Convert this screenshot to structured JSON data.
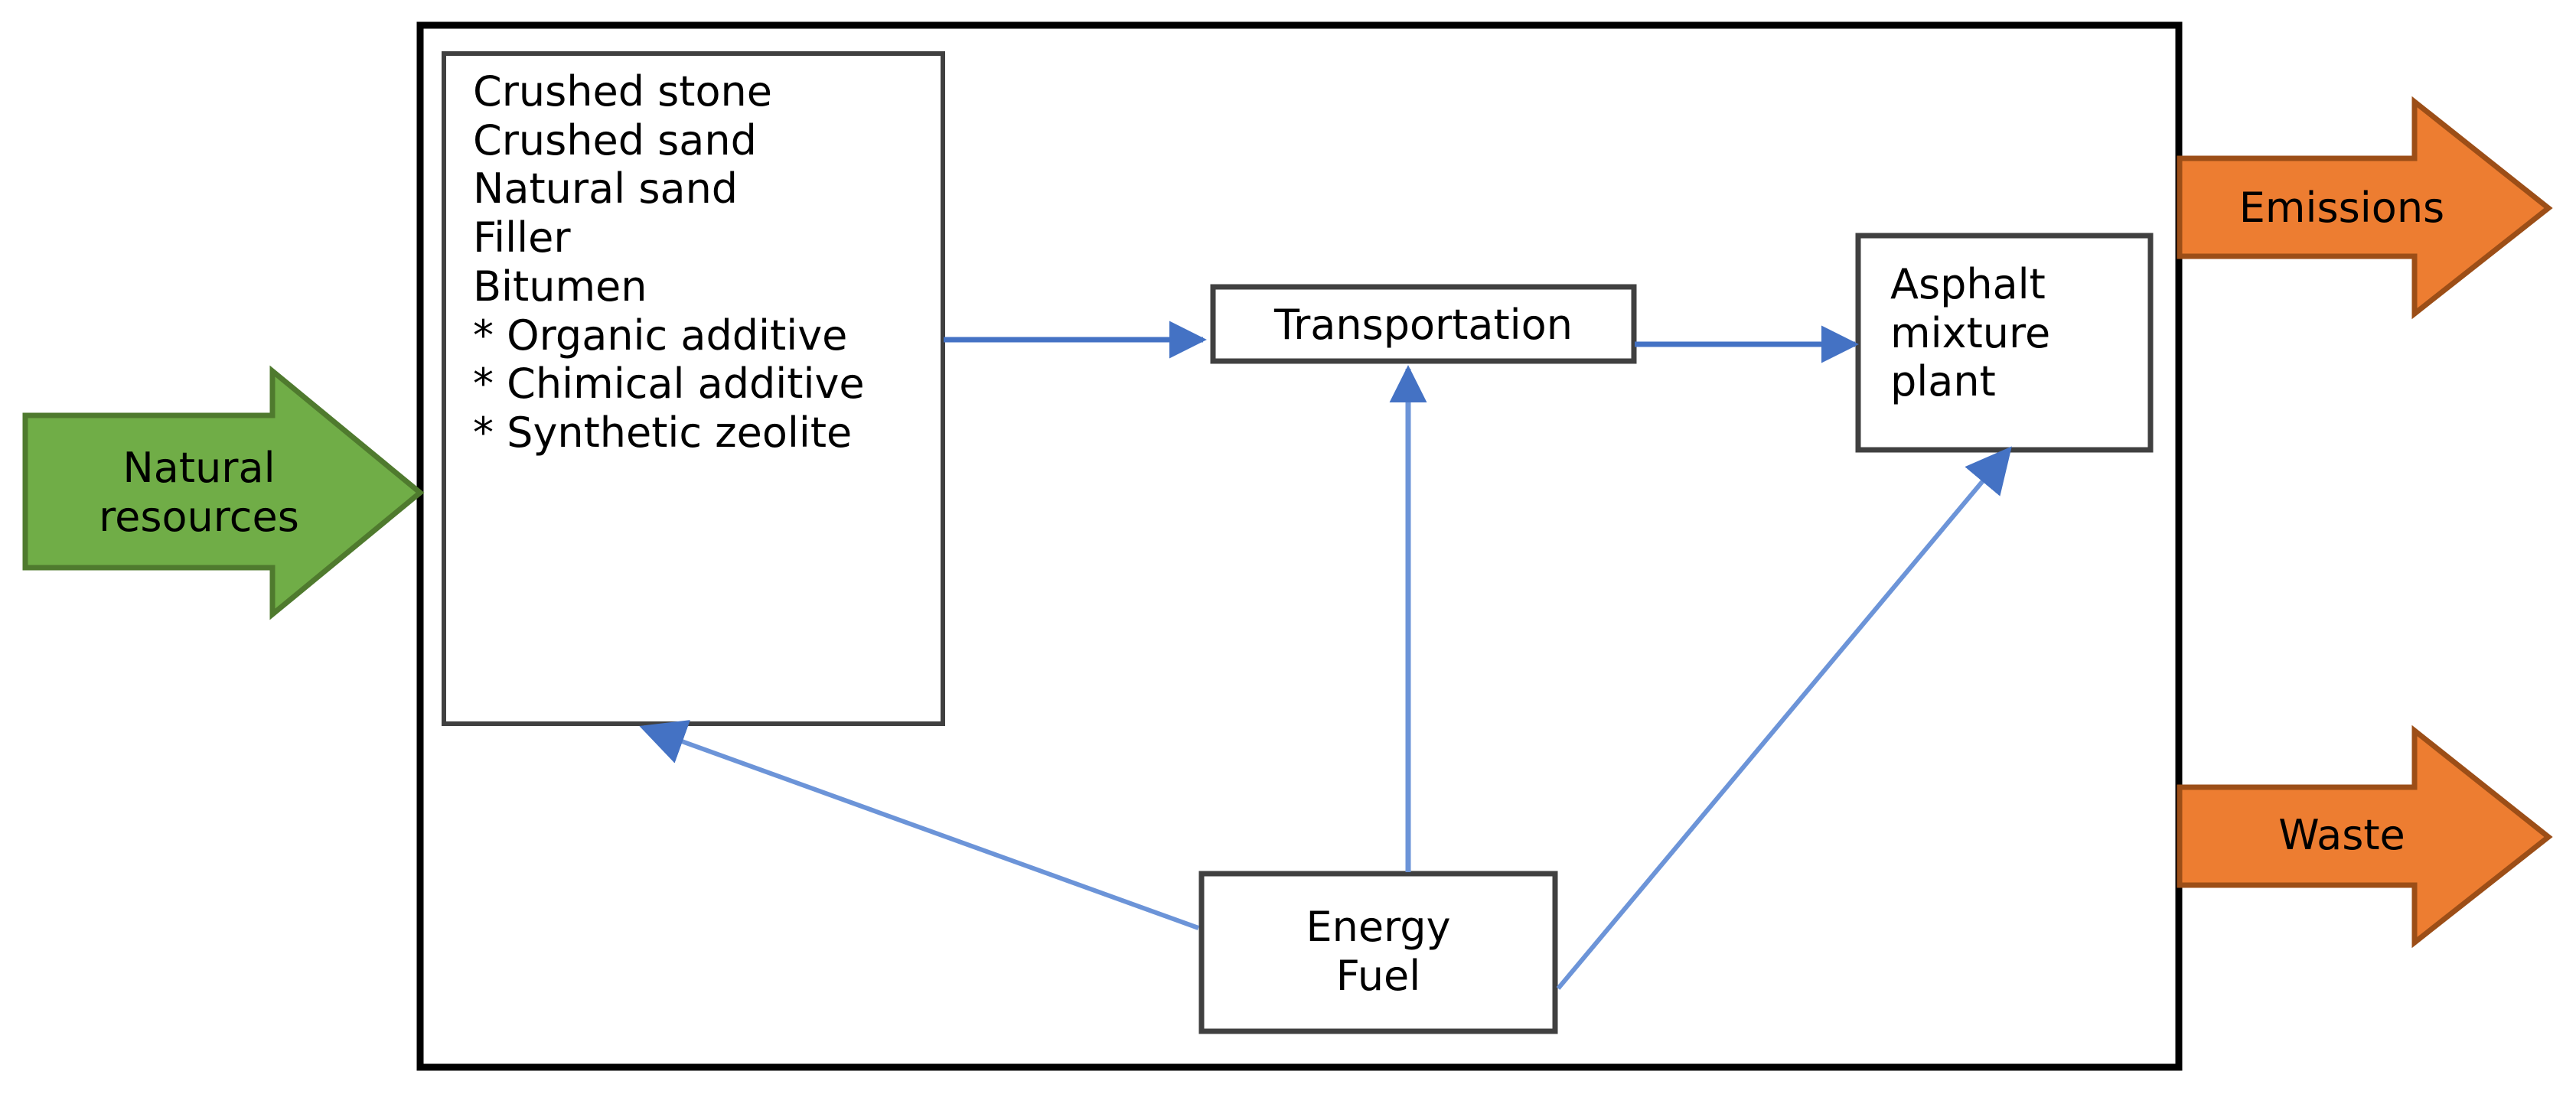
{
  "diagram": {
    "type": "process-flow",
    "title": "",
    "frame": {
      "name": "system-boundary",
      "border_color": "#000000"
    },
    "colors": {
      "arrow_blue": "#4472C4",
      "input_green": "#70AD47",
      "input_green_border": "#507E32",
      "output_orange": "#ED7D31",
      "output_orange_border": "#A5541E",
      "box_border": "#404040",
      "box_fill": "#FFFFFF",
      "text": "#000000"
    },
    "inputs": [
      {
        "name": "natural-resources",
        "label": "Natural\nresources",
        "shape": "block-arrow-right",
        "color": "#70AD47"
      }
    ],
    "outputs": [
      {
        "name": "emissions",
        "label": "Emissions",
        "shape": "block-arrow-right",
        "color": "#ED7D31"
      },
      {
        "name": "waste",
        "label": "Waste",
        "shape": "block-arrow-right",
        "color": "#ED7D31"
      }
    ],
    "nodes": [
      {
        "name": "materials-box",
        "label": "Crushed stone\nCrushed sand\nNatural sand\nFiller\nBitumen\n* Organic additive\n* Chimical additive\n* Synthetic zeolite",
        "items": [
          "Crushed stone",
          "Crushed sand",
          "Natural sand",
          "Filler",
          "Bitumen",
          "* Organic additive",
          "* Chimical additive",
          "* Synthetic zeolite"
        ]
      },
      {
        "name": "transportation-box",
        "label": "Transportation"
      },
      {
        "name": "asphalt-plant-box",
        "label": "Asphalt\nmixture\nplant"
      },
      {
        "name": "energy-fuel-box",
        "label": "Energy\nFuel"
      }
    ],
    "connections": [
      {
        "name": "materials-to-transportation",
        "from": "materials-box",
        "to": "transportation-box"
      },
      {
        "name": "transportation-to-asphalt-plant",
        "from": "transportation-box",
        "to": "asphalt-plant-box"
      },
      {
        "name": "energy-to-transportation",
        "from": "energy-fuel-box",
        "to": "transportation-box"
      },
      {
        "name": "energy-to-materials",
        "from": "energy-fuel-box",
        "to": "materials-box"
      },
      {
        "name": "energy-to-asphalt-plant",
        "from": "energy-fuel-box",
        "to": "asphalt-plant-box"
      }
    ]
  }
}
